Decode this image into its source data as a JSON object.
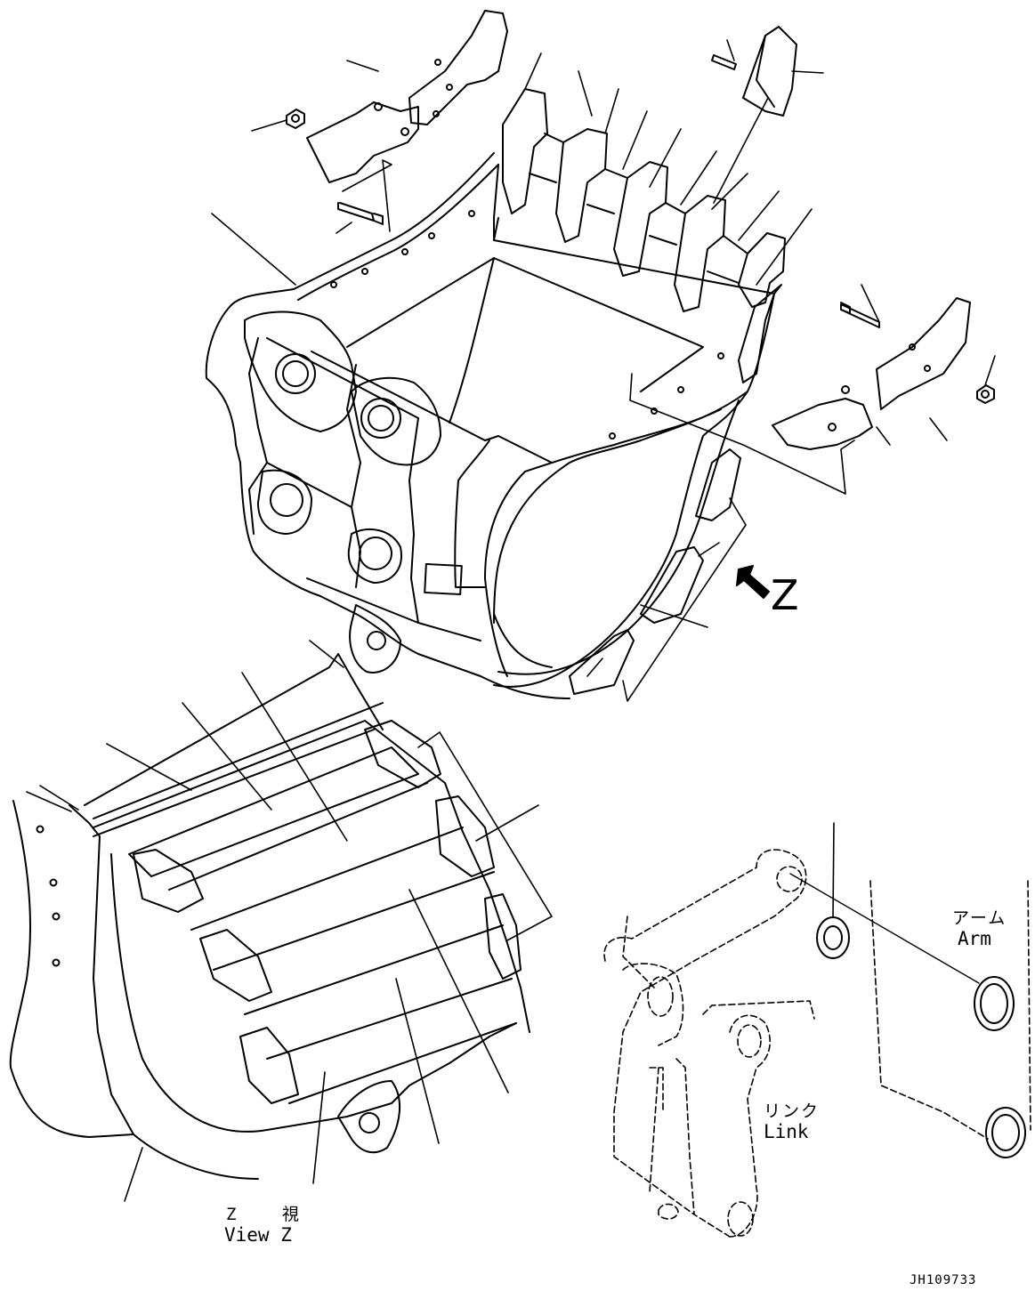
{
  "labels": {
    "z_marker": "Z",
    "arm_jp": "アーム",
    "arm_en": "Arm",
    "link_jp": "リンク",
    "link_en": "Link",
    "view_z_jp": "Z 視",
    "view_z_en": "View Z"
  },
  "drawing_id": "JH109733",
  "colors": {
    "line": "#000000",
    "background": "#ffffff"
  }
}
